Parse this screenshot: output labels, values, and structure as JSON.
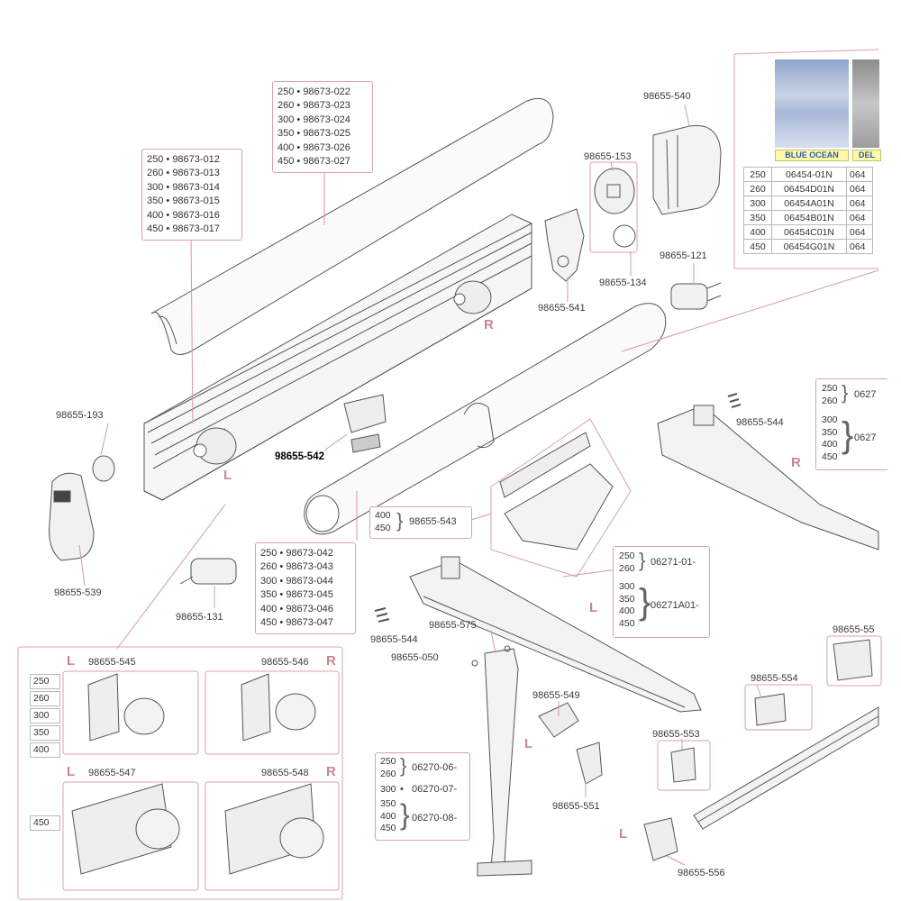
{
  "parts": {
    "p98655_540": "98655-540",
    "p98655_153": "98655-153",
    "p98655_121": "98655-121",
    "p98655_134": "98655-134",
    "p98655_541": "98655-541",
    "p98655_193": "98655-193",
    "p98655_542": "98655-542",
    "p98655_539": "98655-539",
    "p98655_131": "98655-131",
    "p98655_543": "98655-543",
    "p98655_544a": "98655-544",
    "p98655_544b": "98655-544",
    "p98655_575": "98655-575",
    "p98655_050": "98655-050",
    "p98655_549": "98655-549",
    "p98655_551": "98655-551",
    "p98655_554": "98655-554",
    "p98655_553": "98655-553",
    "p98655_556": "98655-556",
    "p98655_55x": "98655-55",
    "p98655_545": "98655-545",
    "p98655_546": "98655-546",
    "p98655_547": "98655-547",
    "p98655_548": "98655-548"
  },
  "side_labels": {
    "r_channel": "R",
    "l_channel": "L",
    "r_arm": "R",
    "l_arm": "L",
    "l_leg": "L",
    "l_556": "L",
    "l_545": "L",
    "r_546": "R",
    "l_547": "L",
    "r_548": "R"
  },
  "cover_box": [
    "250 • 98673-022",
    "260 • 98673-023",
    "300 • 98673-024",
    "350 • 98673-025",
    "400 • 98673-026",
    "450 • 98673-027"
  ],
  "channel_box": [
    "250 • 98673-012",
    "260 • 98673-013",
    "300 • 98673-014",
    "350 • 98673-015",
    "400 • 98673-016",
    "450 • 98673-017"
  ],
  "roller_box": [
    "250 • 98673-042",
    "260 • 98673-043",
    "300 • 98673-044",
    "350 • 98673-045",
    "400 • 98673-046",
    "450 • 98673-047"
  ],
  "bracket_543": {
    "sizes": [
      "400",
      "450"
    ]
  },
  "fabric": {
    "swatches": [
      "BLUE OCEAN",
      "DEL"
    ],
    "rows": [
      {
        "size": "250",
        "code": "06454-01N",
        "code2": "064"
      },
      {
        "size": "260",
        "code": "06454D01N",
        "code2": "064"
      },
      {
        "size": "300",
        "code": "06454A01N",
        "code2": "064"
      },
      {
        "size": "350",
        "code": "06454B01N",
        "code2": "064"
      },
      {
        "size": "400",
        "code": "06454C01N",
        "code2": "064"
      },
      {
        "size": "450",
        "code": "06454G01N",
        "code2": "064"
      }
    ]
  },
  "arm_right": {
    "sizes_a": [
      "250",
      "260"
    ],
    "code_a": "0627",
    "sizes_b": [
      "300",
      "350",
      "400",
      "450"
    ],
    "code_b": "0627"
  },
  "arm_left": {
    "sizes_a": [
      "250",
      "260"
    ],
    "code_a": "06271-01-",
    "sizes_b": [
      "300",
      "350",
      "400",
      "450"
    ],
    "code_b": "06271A01-"
  },
  "leg": {
    "sizes_a": [
      "250",
      "260"
    ],
    "code_a": "06270-06-",
    "size_b": "300",
    "code_b": "06270-07-",
    "sizes_c": [
      "350",
      "400",
      "450"
    ],
    "code_c": "06270-08-"
  },
  "kits_top_sizes": [
    "250",
    "260",
    "300",
    "350",
    "400"
  ],
  "kits_bottom_sizes": [
    "450"
  ]
}
